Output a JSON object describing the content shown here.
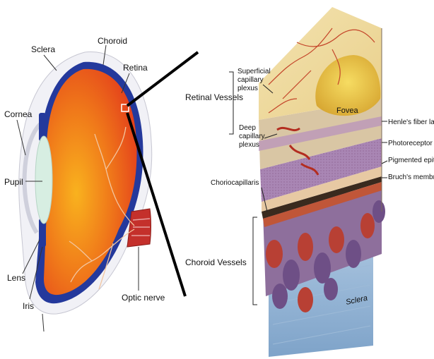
{
  "eye_labels": {
    "sclera": "Sclera",
    "choroid": "Choroid",
    "retina": "Retina",
    "cornea": "Cornea",
    "pupil": "Pupil",
    "lens": "Lens",
    "iris": "Iris",
    "optic_nerve": "Optic nerve"
  },
  "detail_labels": {
    "retinal_vessels": "Retinal Vessels",
    "superficial": [
      "Superficial",
      "capillary",
      "plexus"
    ],
    "deep": [
      "Deep",
      "capillary",
      "plexus"
    ],
    "fovea": "Fovea",
    "henle": "Henle's fiber layer",
    "photoreceptor": "Photoreceptor layer",
    "pigmented": "Pigmented epithelium",
    "bruch": "Bruch's membrane",
    "choriocapillaris": "Choriocapillaris",
    "choroid_vessels": "Choroid Vessels",
    "sclera": "Sclera"
  },
  "colors": {
    "eye_interior": "#e8411c",
    "eye_interior_light": "#f7a21b",
    "choroid": "#233a9a",
    "sclera": "#f2f2f6",
    "lens": "#d9efe4",
    "optic_nerve": "#c9302c",
    "fovea": "#ecc84a",
    "vessel_red": "#b3362a",
    "vessel_purple": "#6e4f86",
    "sclera_block": "#8fb1d3",
    "pigment": "#3a2a1e"
  }
}
